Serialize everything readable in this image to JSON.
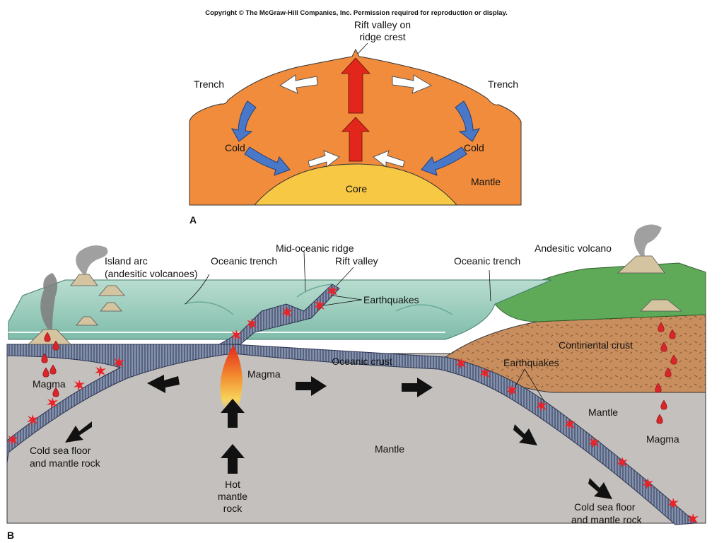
{
  "copyright": "Copyright © The McGraw-Hill Companies, Inc. Permission required for reproduction or display.",
  "panel_a": {
    "letter": "A",
    "rift_line1": "Rift valley on",
    "rift_line2": "ridge crest",
    "trench_left": "Trench",
    "trench_right": "Trench",
    "cold_left": "Cold",
    "cold_right": "Cold",
    "core": "Core",
    "mantle": "Mantle"
  },
  "panel_b": {
    "letter": "B",
    "island_arc_line1": "Island arc",
    "island_arc_line2": "(andesitic volcanoes)",
    "oceanic_trench_left": "Oceanic trench",
    "mid_oceanic_ridge": "Mid-oceanic ridge",
    "rift_valley": "Rift valley",
    "oceanic_trench_right": "Oceanic trench",
    "andesitic_volcano": "Andesitic volcano",
    "earthquakes_top": "Earthquakes",
    "earthquakes_right": "Earthquakes",
    "continental_crust": "Continental crust",
    "oceanic_crust": "Oceanic crust",
    "magma_left": "Magma",
    "magma_center": "Magma",
    "magma_right": "Magma",
    "mantle_center": "Mantle",
    "mantle_right": "Mantle",
    "cold_left_line1": "Cold sea floor",
    "cold_left_line2": "and mantle rock",
    "cold_right_line1": "Cold sea floor",
    "cold_right_line2": "and mantle rock",
    "hot_line1": "Hot",
    "hot_line2": "mantle",
    "hot_line3": "rock"
  },
  "colors": {
    "mantle_orange": "#f08c3c",
    "core_yellow": "#f7c843",
    "hot_arrow_red": "#e3261b",
    "cold_arrow_blue": "#4a78c8",
    "ocean_green": "#9fcfbf",
    "land_green": "#5faa58",
    "continental_brown": "#c98e5e",
    "mantle_gray": "#c4c0bd",
    "crust_slab": "#7f8ca8",
    "earthquake_red": "#e8242a"
  }
}
